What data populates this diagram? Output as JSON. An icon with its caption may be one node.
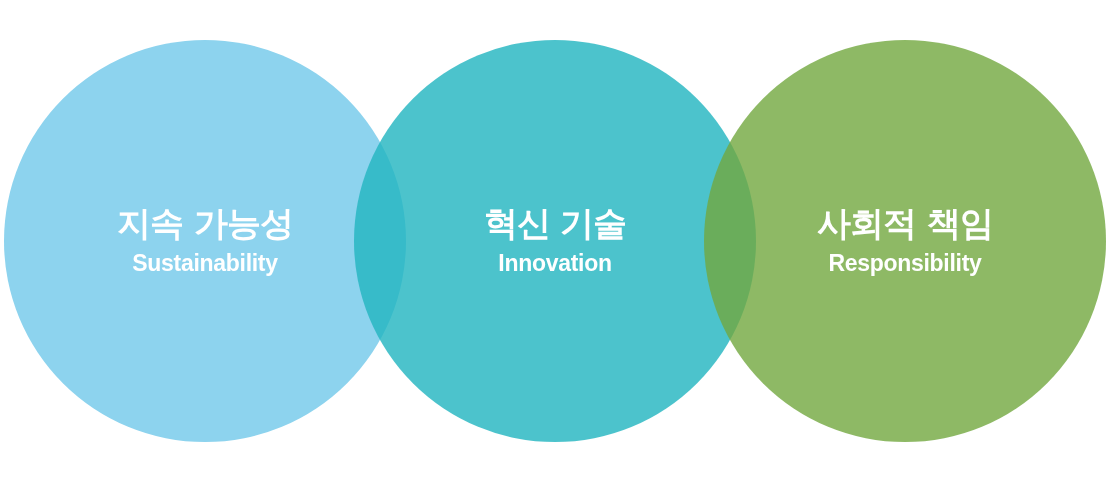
{
  "diagram": {
    "nodes": [
      {
        "text": [
          "지속 가능성",
          "Sustainability"
        ]
      },
      {
        "text": [
          "혁신 기술",
          "Innovation"
        ]
      },
      {
        "text": [
          "사회적 책임",
          "Responsibility"
        ]
      }
    ]
  }
}
